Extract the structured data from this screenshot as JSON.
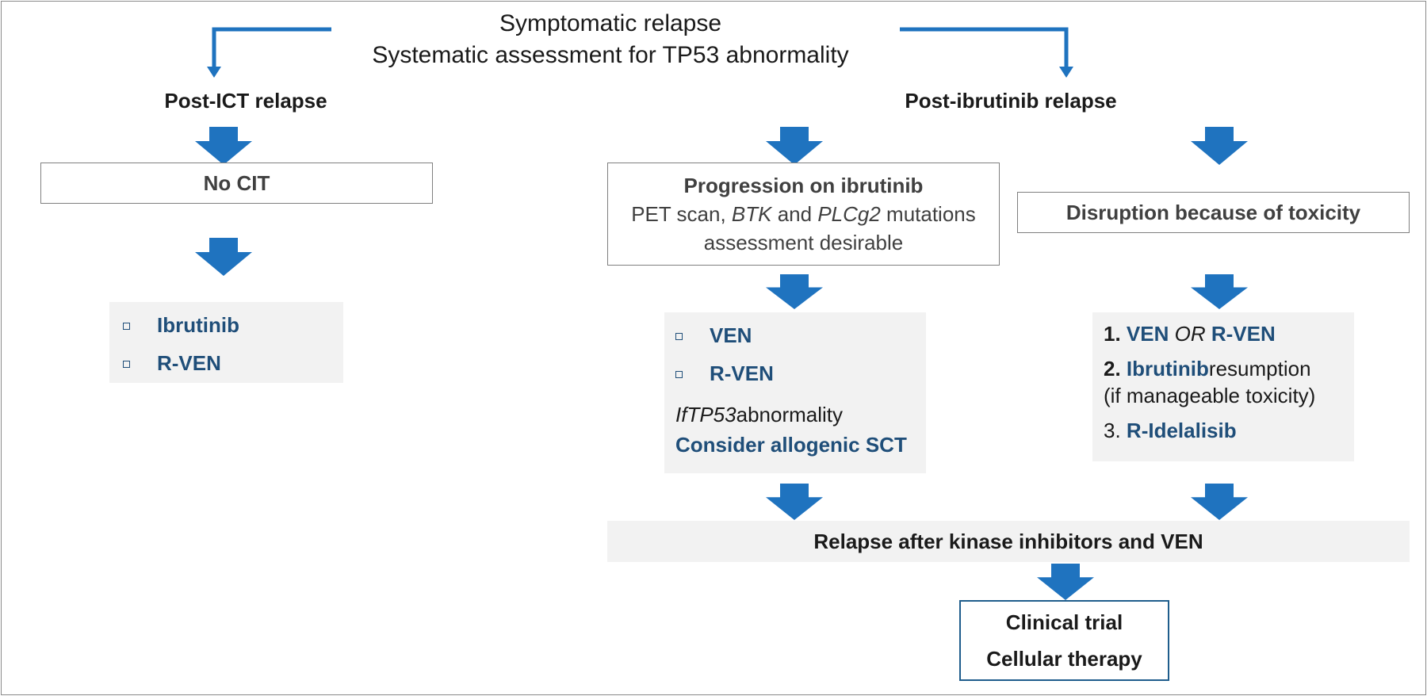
{
  "header": {
    "line1": "Symptomatic relapse",
    "line2": "Systematic assessment for TP53 abnormality"
  },
  "left": {
    "title": "Post-ICT relapse",
    "box": "No CIT",
    "options": [
      "Ibrutinib",
      "R-VEN"
    ]
  },
  "right": {
    "title": "Post-ibrutinib relapse",
    "progression": {
      "title": "Progression on ibrutinib",
      "line2_a": "PET scan, ",
      "line2_b": "BTK",
      "line2_c": " and ",
      "line2_d": "PLCg2",
      "line2_e": " mutations",
      "line3": "assessment desirable",
      "options": [
        "VEN",
        "R-VEN"
      ],
      "note_if": "If ",
      "note_tp53": "TP53",
      "note_rest": " abnormality",
      "note_action": "Consider allogenic SCT"
    },
    "toxicity": {
      "title": "Disruption because of toxicity",
      "item1_num": "1.",
      "item1_a": "VEN",
      "item1_or": "OR",
      "item1_b": "R-VEN",
      "item2_num": "2.",
      "item2_drug": "Ibrutinib",
      "item2_rest": " resumption",
      "item2_note": "(if manageable toxicity)",
      "item3_num": "3.",
      "item3_drug": "R-Idelalisib"
    }
  },
  "bottom": {
    "relapse": "Relapse after kinase inhibitors and VEN",
    "final_line1": "Clinical trial",
    "final_line2": "Cellular therapy"
  },
  "colors": {
    "arrow": "#1f73bf",
    "text_blue": "#1f4e79",
    "panel": "#f2f2f2"
  }
}
